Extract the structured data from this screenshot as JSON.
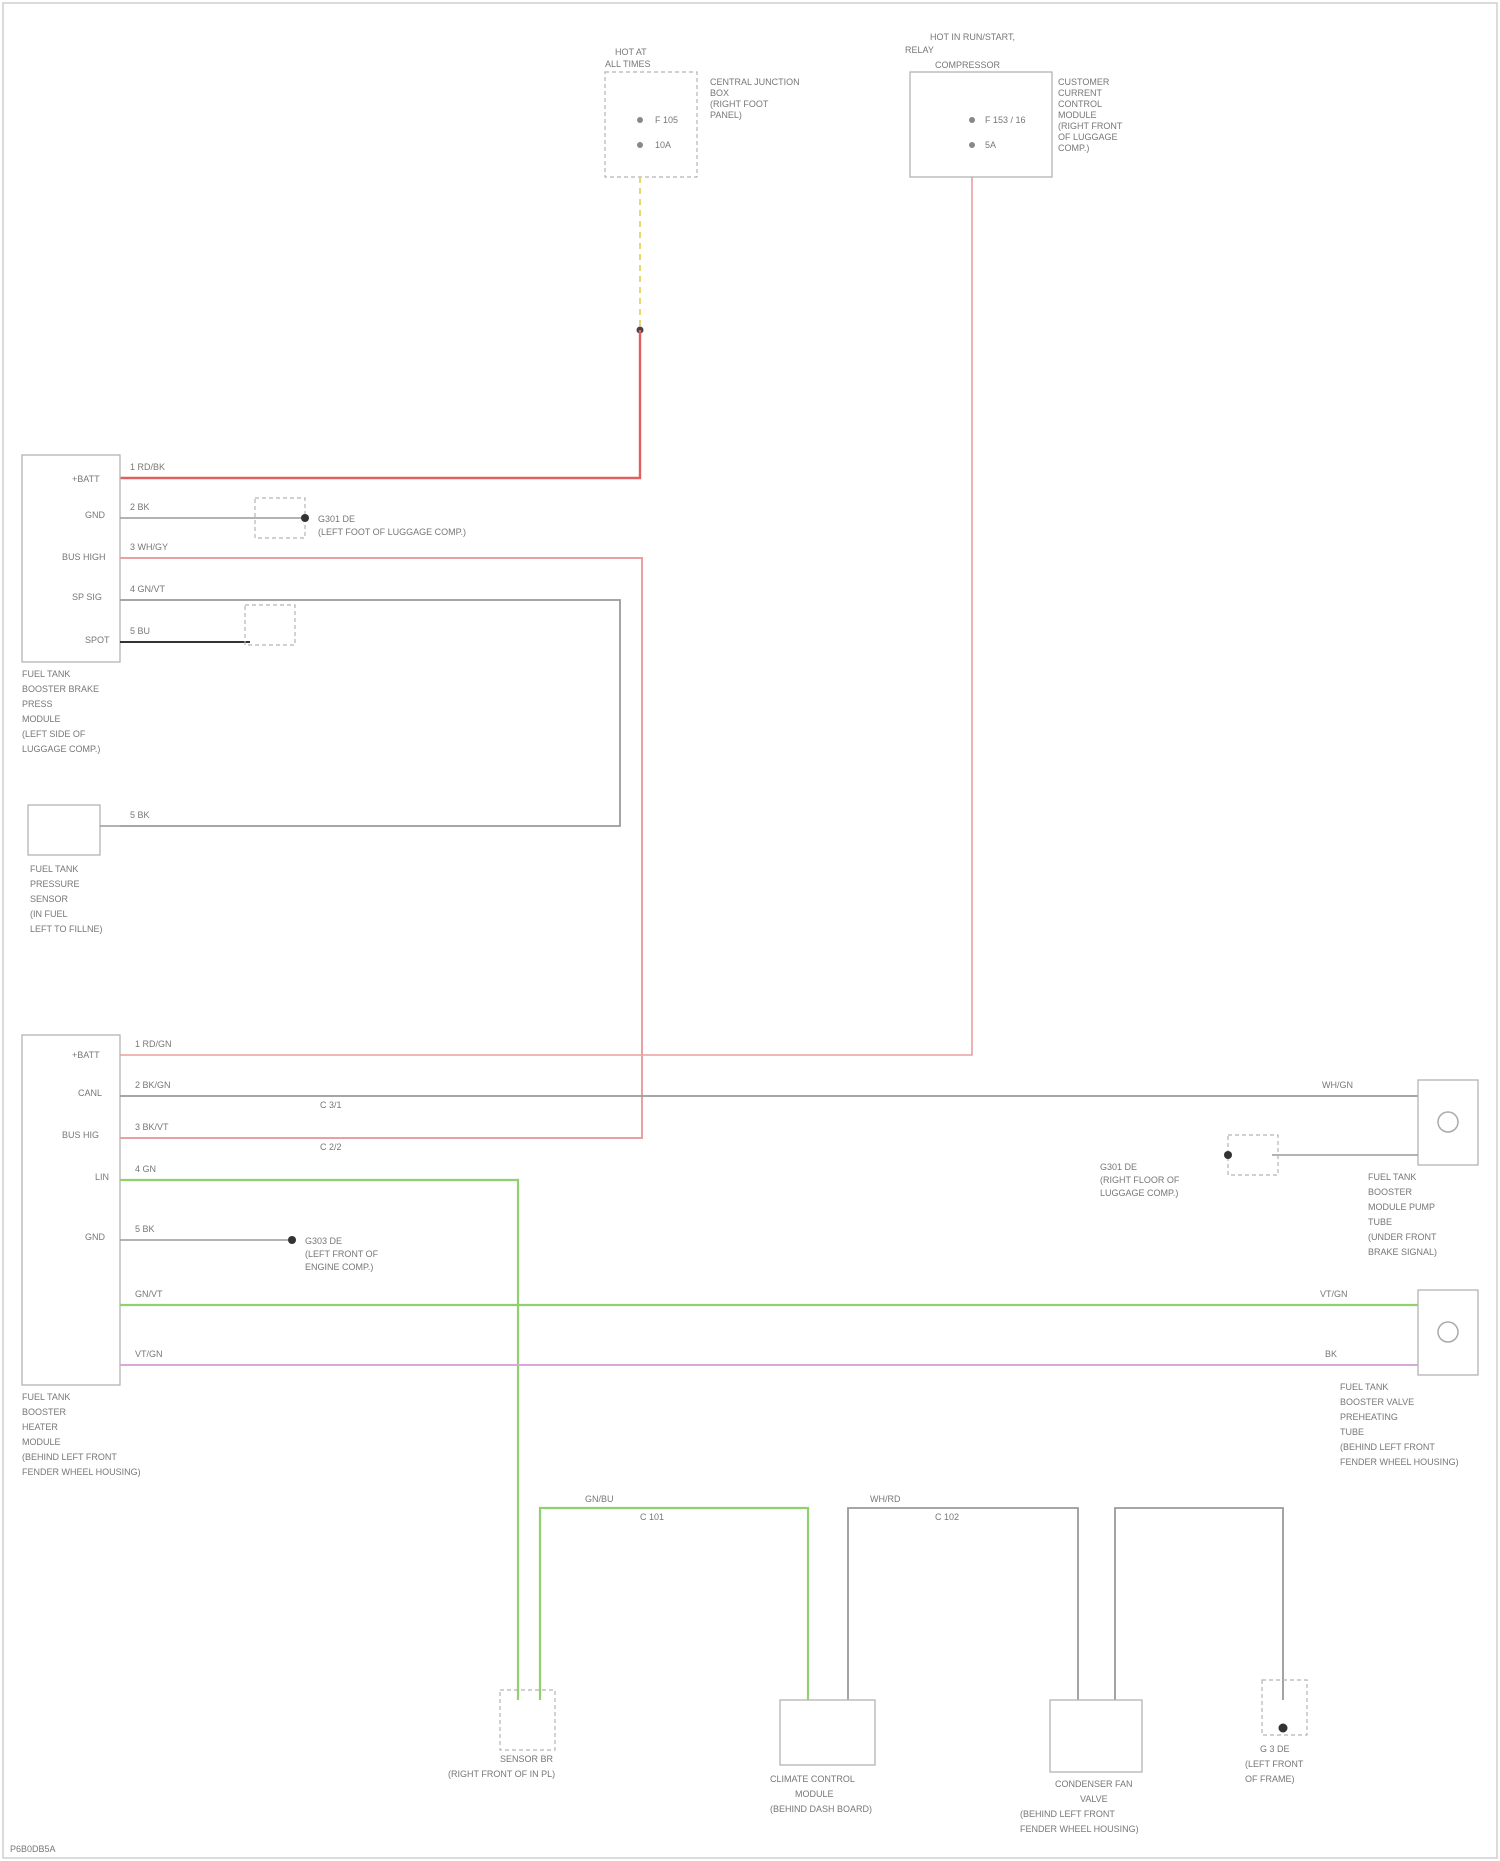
{
  "footer_code": "P6B0DB5A",
  "colors": {
    "power_red": "#e06060",
    "can_pink": "#e8a0a0",
    "signal_gray": "#9a9a9a",
    "lin_green": "#90d070",
    "violet": "#d8a8d8",
    "ground_dark": "#333333",
    "fuse_yellow": "#e8d870"
  },
  "fuse_a": {
    "title_line1": "HOT AT",
    "title_line2": "ALL TIMES",
    "desc_lines": [
      "CENTRAL JUNCTION",
      "BOX",
      "(RIGHT FOOT",
      "PANEL)"
    ],
    "fuse_label": "F 105",
    "fuse_amp": "10A"
  },
  "fuse_b": {
    "title_line1": "HOT IN RUN/START,",
    "title_line2": "RELAY",
    "relay_label": "COMPRESSOR",
    "desc_lines": [
      "CUSTOMER",
      "CURRENT",
      "CONTROL",
      "MODULE",
      "(RIGHT FRONT",
      "OF LUGGAGE",
      "COMP.)"
    ],
    "fuse_label": "F 153 / 16",
    "fuse_amp": "5A"
  },
  "pump_module": {
    "pins": [
      "+BATT",
      "GND",
      "BUS HIGH",
      "SP SIG",
      "SPOT"
    ],
    "lines": [
      "FUEL TANK",
      "BOOSTER BRAKE",
      "PRESS",
      "MODULE",
      "(LEFT SIDE OF",
      "LUGGAGE COMP.)"
    ]
  },
  "ground1": {
    "lines": [
      "G301 DE",
      "(LEFT FOOT OF LUGGAGE COMP.)"
    ]
  },
  "fuel_sensor": {
    "lines": [
      "FUEL TANK",
      "PRESSURE",
      "SENSOR",
      "(IN FUEL",
      "LEFT TO FILLNE)"
    ]
  },
  "heater_module": {
    "pins": [
      "+BATT",
      "CANL",
      "BUS HIG",
      "LIN",
      "GND"
    ],
    "lines": [
      "FUEL TANK",
      "BOOSTER",
      "HEATER",
      "MODULE",
      "(BEHIND LEFT FRONT",
      "FENDER WHEEL HOUSING)"
    ]
  },
  "ground2": {
    "lines": [
      "G303 DE",
      "(LEFT FRONT OF",
      "ENGINE COMP.)"
    ]
  },
  "ground3": {
    "lines": [
      "G301 DE",
      "(RIGHT FLOOR OF",
      "LUGGAGE COMP.)"
    ]
  },
  "booster_top": {
    "lines": [
      "FUEL TANK",
      "BOOSTER",
      "MODULE PUMP",
      "TUBE",
      "(UNDER FRONT",
      "BRAKE SIGNAL)"
    ]
  },
  "booster_bottom": {
    "lines": [
      "FUEL TANK",
      "BOOSTER VALVE",
      "PREHEATING",
      "TUBE",
      "(BEHIND LEFT FRONT",
      "FENDER WHEEL HOUSING)"
    ]
  },
  "bottom_components": [
    {
      "lines": [
        "SENSOR BR",
        "(RIGHT FRONT OF IN PL)"
      ]
    },
    {
      "lines": [
        "CLIMATE CONTROL",
        "MODULE",
        "(BEHIND DASH BOARD)"
      ]
    },
    {
      "lines": [
        "CONDENSER FAN",
        "VALVE",
        "(BEHIND LEFT FRONT",
        "FENDER WHEEL HOUSING)"
      ]
    },
    {
      "lines": [
        "G 3 DE",
        "(LEFT FRONT",
        "OF FRAME)"
      ]
    }
  ],
  "wire_labels": {
    "w1": "1  RD/BK",
    "w2": "2  BK",
    "w3": "3  WH/GY",
    "w4": "4  GN/VT",
    "w5": "5  BU",
    "w6": "5  BK",
    "h1": "1  RD/GN",
    "h2": "2  BK/GN",
    "h3": "3  BK/VT",
    "h4": "4  GN",
    "h5": "5  BK",
    "r1": "WH/GN",
    "r2": "VT/GN",
    "r3": "BK",
    "b1": "GN/BU",
    "b2": "WH/RD",
    "v1": "VT/GN",
    "v2": "GN/VT",
    "c1": "C 3/1",
    "c2": "C 2/2",
    "c3": "C 101",
    "c4": "C 102"
  }
}
